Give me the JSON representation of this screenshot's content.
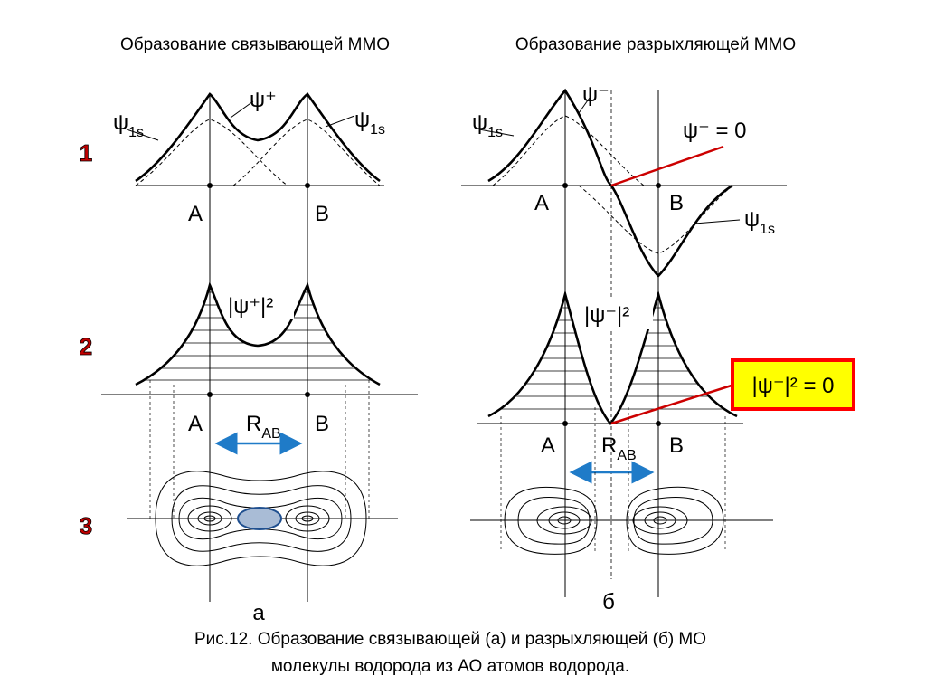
{
  "titles": {
    "left": "Образование связывающей ММО",
    "right": "Образование разрыхляющей ММО"
  },
  "rows": [
    "1",
    "2",
    "3"
  ],
  "labels": {
    "psi_plus": "ψ⁺",
    "psi_minus": "ψ⁻",
    "psi_1s_base": "ψ",
    "psi_1s_sub": "1s",
    "psi_minus_zero": "ψ⁻ = 0",
    "psi_plus_sq": "|ψ⁺|²",
    "psi_minus_sq": "|ψ⁻|²",
    "psi_minus_sq_zero": "|ψ⁻|² = 0",
    "atom_a": "A",
    "atom_b": "B",
    "r_base": "R",
    "r_sub": "AB",
    "panel_a": "а",
    "panel_b": "б"
  },
  "caption": {
    "line1": "Рис.12. Образование связывающей (а) и разрыхляющей (б) МО",
    "line2": "молекулы водорода из АО атомов водорода."
  },
  "colors": {
    "red_line": "#cc0000",
    "arrow_blue": "#1f7bc8",
    "highlight_fill": "#ffff00",
    "highlight_border": "#ff0000",
    "overlap_fill": "#a9bcd6"
  }
}
